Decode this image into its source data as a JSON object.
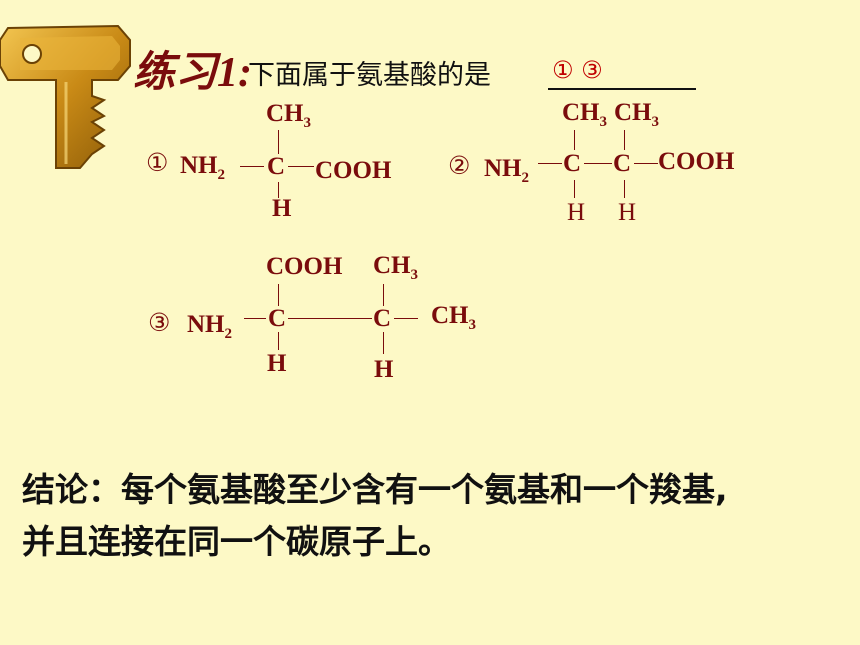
{
  "header": {
    "exercise_label": "练习1:",
    "question": "下面属于氨基酸的是",
    "answer": "① ③"
  },
  "structures": {
    "s1": {
      "number": "①",
      "nh2": "NH",
      "sub2": "2",
      "top": "CH",
      "top_sub": "3",
      "c": "C",
      "cooh": "COOH",
      "bottom": "H"
    },
    "s2": {
      "number": "②",
      "nh2": "NH",
      "sub2": "2",
      "top1": "CH",
      "top1_sub": "3",
      "top2": "CH",
      "top2_sub": "3",
      "c1": "C",
      "c2": "C",
      "cooh": "COOH",
      "bottom1": "H",
      "bottom2": "H"
    },
    "s3": {
      "number": "③",
      "nh2": "NH",
      "sub2": "2",
      "top1": "COOH",
      "top2": "CH",
      "top2_sub": "3",
      "c1": "C",
      "c2": "C",
      "right": "CH",
      "right_sub": "3",
      "bottom1": "H",
      "bottom2": "H"
    }
  },
  "conclusion": {
    "line1": "结论：每个氨基酸至少含有一个氨基和一个羧基,",
    "line2": "并且连接在同一个碳原子上。"
  },
  "colors": {
    "background": "#fdf9c6",
    "chem": "#7a0c0c",
    "answer": "#c00000",
    "key": "#d49a1c"
  }
}
